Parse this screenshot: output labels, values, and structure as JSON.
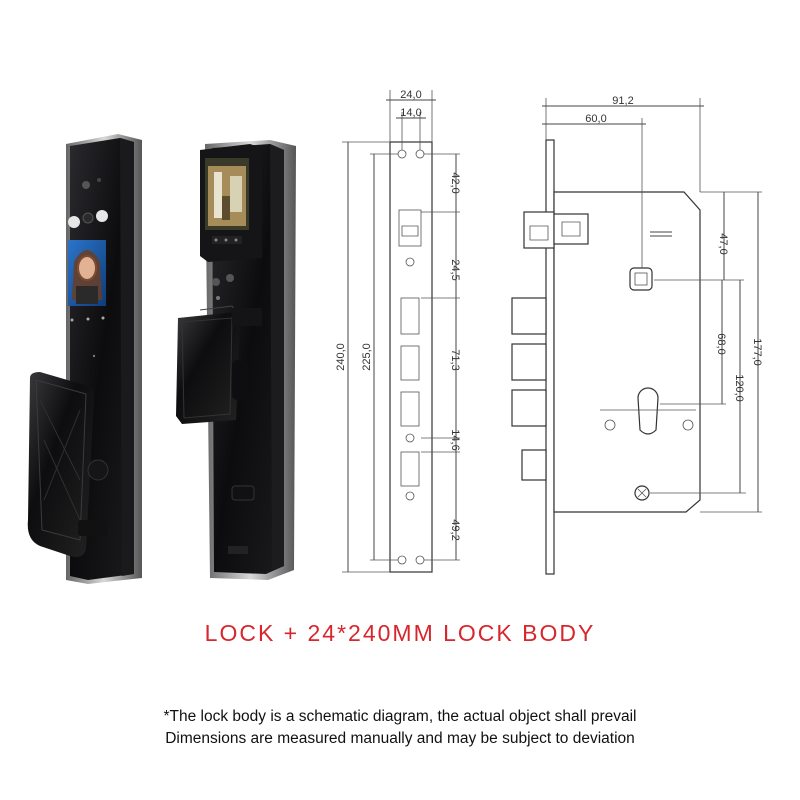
{
  "caption": "LOCK + 24*240MM LOCK BODY",
  "notes": [
    "*The lock body is a schematic diagram, the actual object shall prevail",
    "Dimensions are measured manually and may be subject to deviation"
  ],
  "faceplate_dims": {
    "width_total": "24,0",
    "width_hole": "14,0",
    "top_to_latch": "42,0",
    "latch_to_bolt": "24,5",
    "bolt_span": "71,3",
    "bolt_to_hole": "14,6",
    "hole_to_bottom": "49,2",
    "inner_length": "225,0",
    "total_length": "240,0"
  },
  "body_dims": {
    "overall_depth": "91,2",
    "backset": "60,0",
    "top_to_spindle": "47,0",
    "spindle_to_cylinder": "68,0",
    "cylinder_span": "120,0",
    "body_height": "177,0"
  },
  "colors": {
    "caption": "#d8262d",
    "lock_body": "#111111",
    "chrome_edge": "#9a9a9a"
  }
}
